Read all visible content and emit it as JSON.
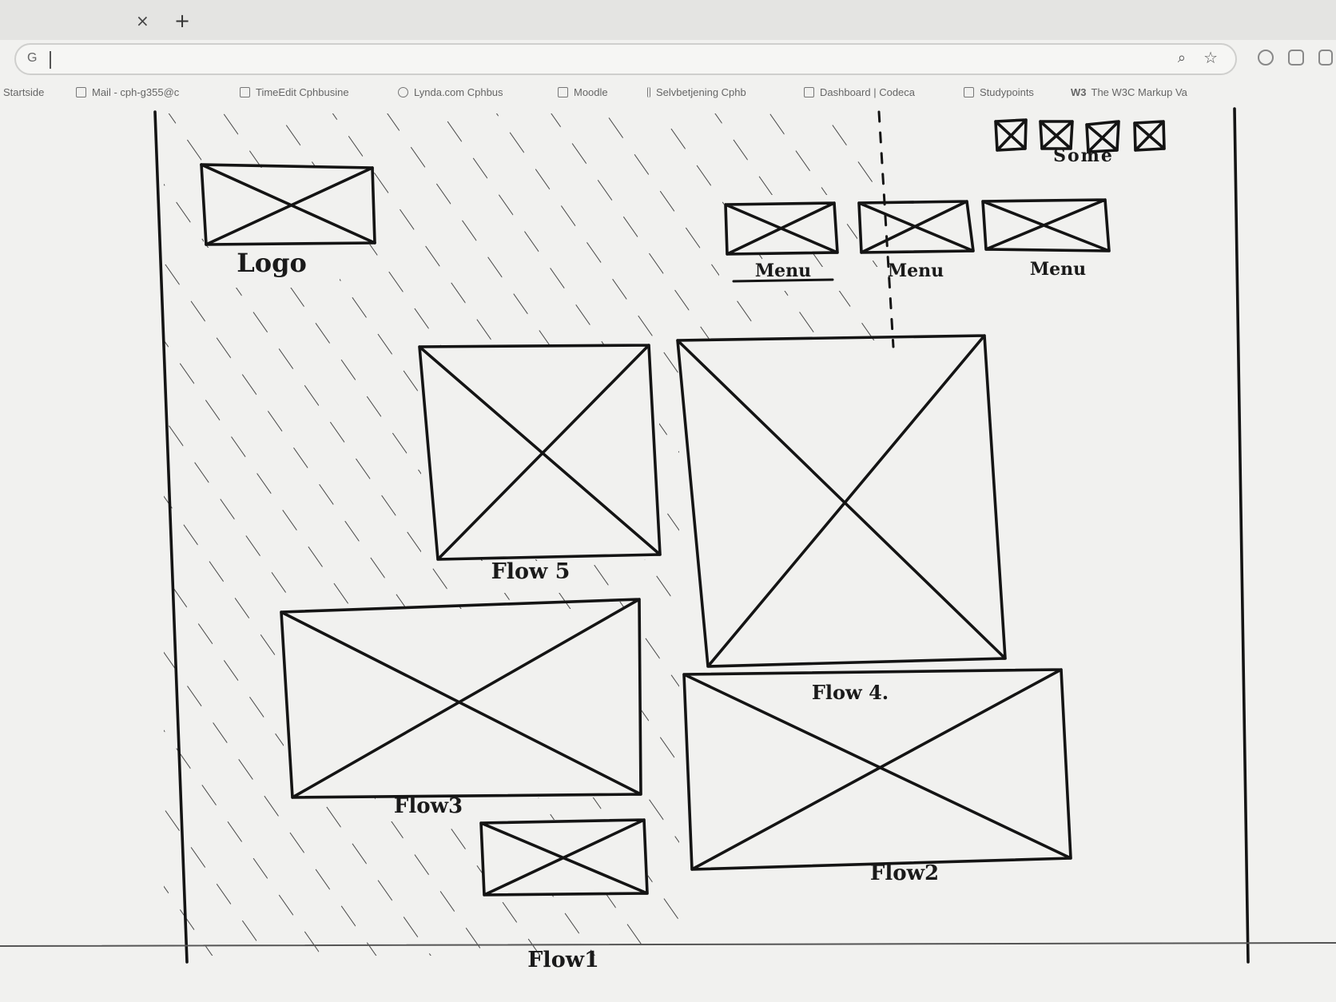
{
  "browser": {
    "tab_close_glyph": "×",
    "new_tab_glyph": "+",
    "search_engine_glyph": "G",
    "bookmarks": [
      "Startside",
      "Mail - cph-g355@c",
      "TimeEdit Cphbusine",
      "Lynda.com Cphbus",
      "Moodle",
      "Selvbetjening Cphb",
      "Dashboard | Codeca",
      "Studypoints",
      "The W3C Markup Va"
    ]
  },
  "sketch": {
    "logo_label": "Logo",
    "some_label": "Some",
    "menu_labels": [
      "Menu",
      "Menu",
      "Menu"
    ],
    "flow_labels": {
      "flow5": "Flow 5",
      "flow4": "Flow 4.",
      "flow3": "Flow3",
      "flow2": "Flow2",
      "flow1": "Flow1"
    }
  },
  "icons": {
    "placeholder": "image-placeholder-icon",
    "search_engine": "google-icon",
    "zoom": "zoom-icon",
    "star": "star-icon"
  },
  "colors": {
    "ink": "#1a1a1a",
    "paper": "#f1f1ef",
    "chrome": "#e4e4e2"
  }
}
